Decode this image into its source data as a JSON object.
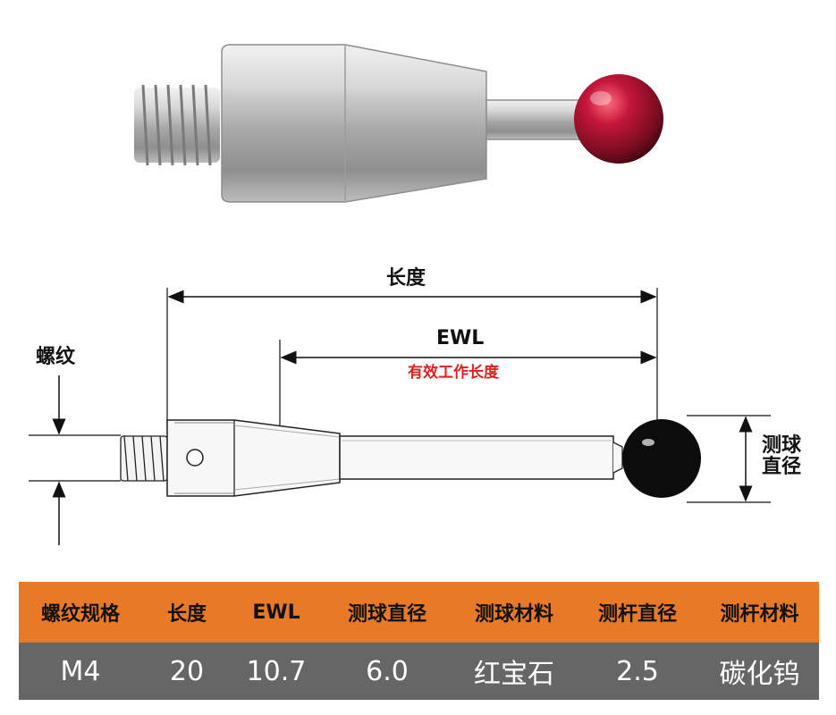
{
  "diagram": {
    "length_label": "长度",
    "ewl_label": "EWL",
    "ewl_desc": "有效工作长度",
    "thread_label": "螺纹",
    "ball_diameter_label": "测球直径"
  },
  "specs": {
    "headers": [
      "螺纹规格",
      "长度",
      "EWL",
      "测球直径",
      "测球材料",
      "测杆直径",
      "测杆材料"
    ],
    "values": [
      "M4",
      "20",
      "10.7",
      "6.0",
      "红宝石",
      "2.5",
      "碳化钨"
    ]
  },
  "colors": {
    "header_bg": "#e87926",
    "values_bg": "#666666",
    "ewl_desc_color": "#e02020",
    "ruby": "#b0122c"
  }
}
